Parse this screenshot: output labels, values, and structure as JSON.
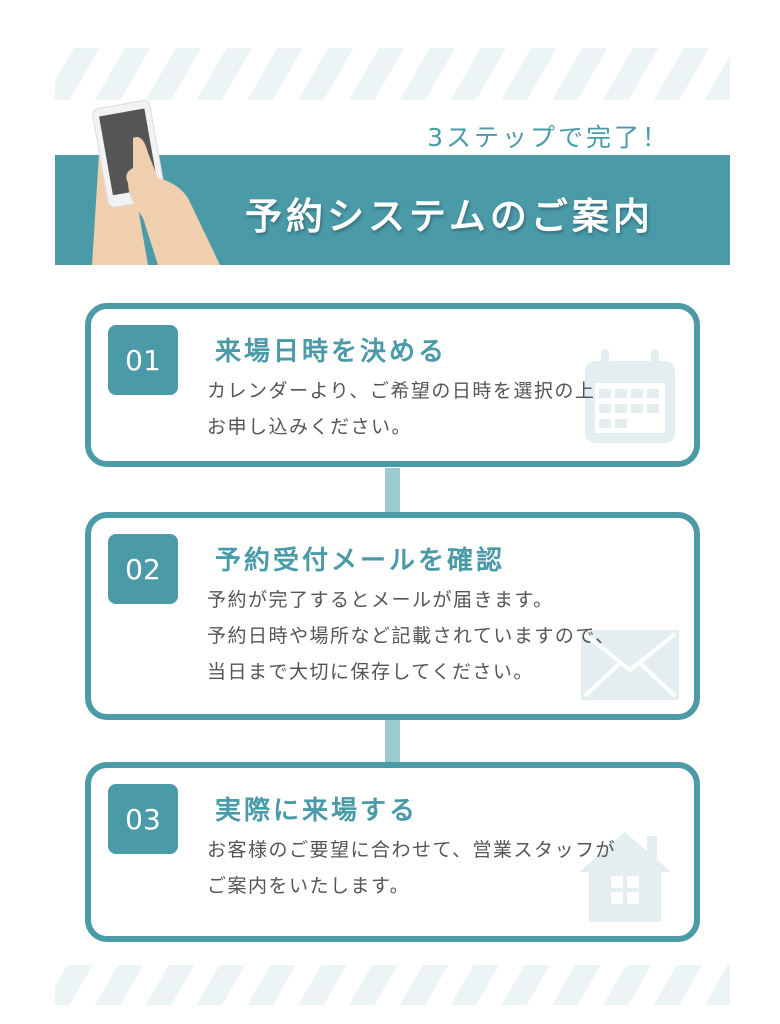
{
  "header": {
    "subtitle": "3ステップで完了！",
    "title": "予約システムのご案内"
  },
  "steps": [
    {
      "number": "01",
      "heading": "来場日時を決める",
      "body": "カレンダーより、ご希望の日時を選択の上\nお申し込みください。",
      "icon": "calendar-icon"
    },
    {
      "number": "02",
      "heading": "予約受付メールを確認",
      "body": "予約が完了するとメールが届きます。\n予約日時や場所など記載されていますので、\n当日まで大切に保存してください。",
      "icon": "envelope-icon"
    },
    {
      "number": "03",
      "heading": "実際に来場する",
      "body": "お客様のご要望に合わせて、営業スタッフが\nご案内をいたします。",
      "icon": "house-icon"
    }
  ],
  "colors": {
    "accent": "#4a9aa8",
    "stripe": "#edf4f5",
    "connector": "#9ccbd2"
  }
}
